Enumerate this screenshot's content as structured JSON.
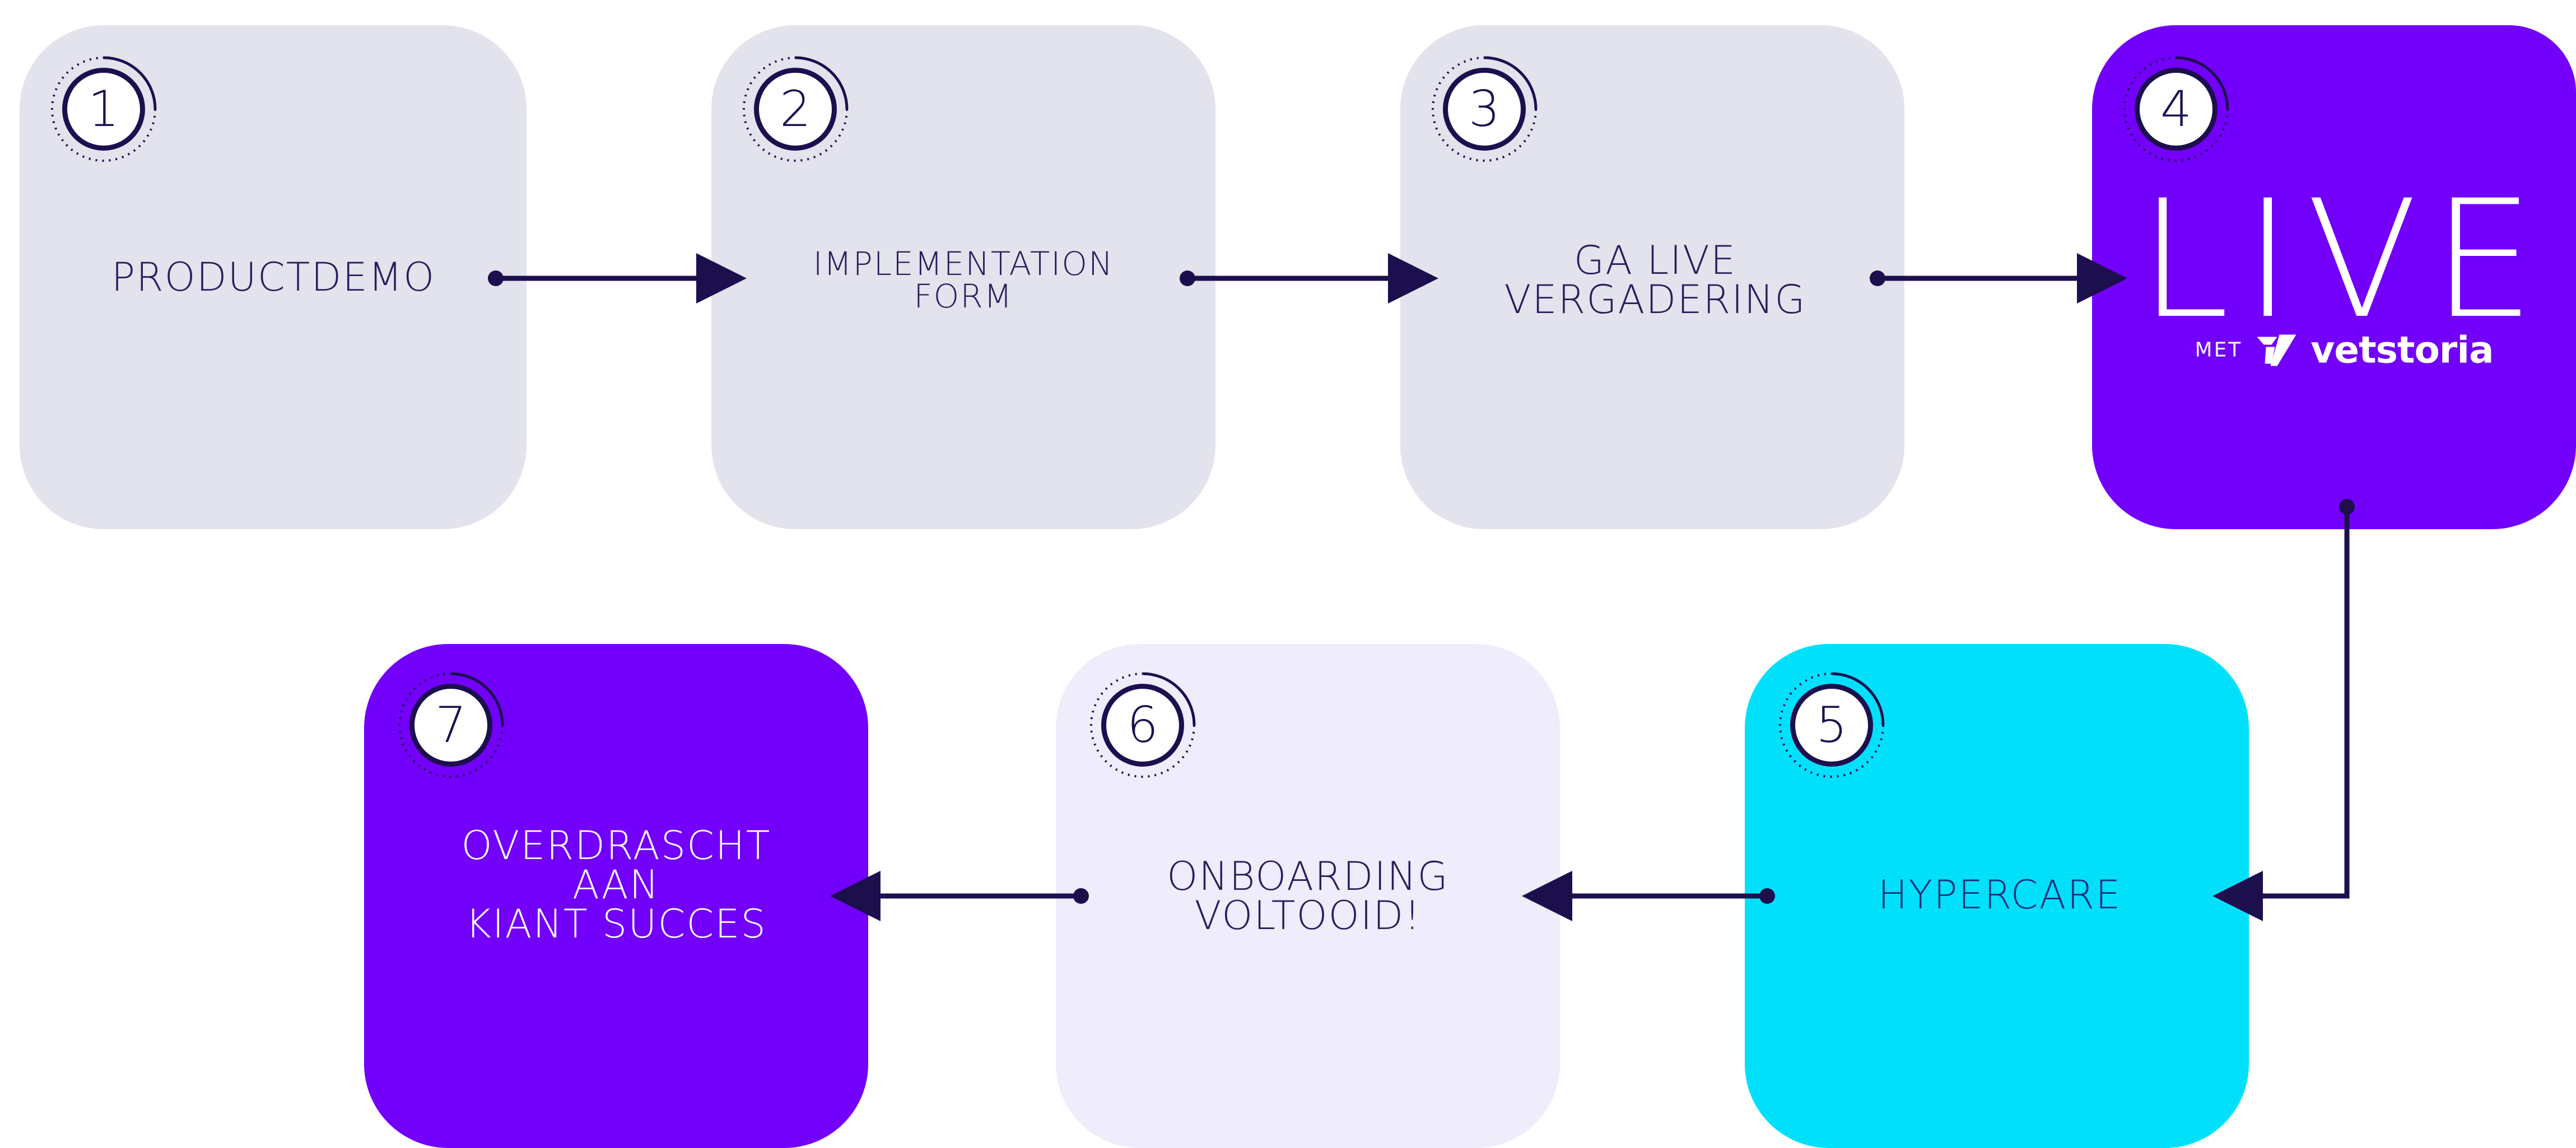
{
  "steps": [
    {
      "number": "1",
      "lines": [
        "PRODUCTDEMO"
      ]
    },
    {
      "number": "2",
      "lines": [
        "IMPLEMENTATION",
        "FORM"
      ]
    },
    {
      "number": "3",
      "lines": [
        "GA LIVE",
        "VERGADERING"
      ]
    },
    {
      "number": "4",
      "live": "LIVE",
      "met": "MET",
      "brand": "vetstoria"
    },
    {
      "number": "5",
      "lines": [
        "HYPERCARE"
      ]
    },
    {
      "number": "6",
      "lines": [
        "ONBOARDING",
        "VOLTOOID!"
      ]
    },
    {
      "number": "7",
      "lines": [
        "OVERDRASCHT",
        "AAN",
        "KIANT SUCCES"
      ]
    }
  ],
  "colors": {
    "card_gray": "#e2e3ec",
    "card_lilac": "#efecfb",
    "card_purple": "#7200fa",
    "card_cyan": "#00e0fb",
    "navy": "#1d0f4e"
  }
}
